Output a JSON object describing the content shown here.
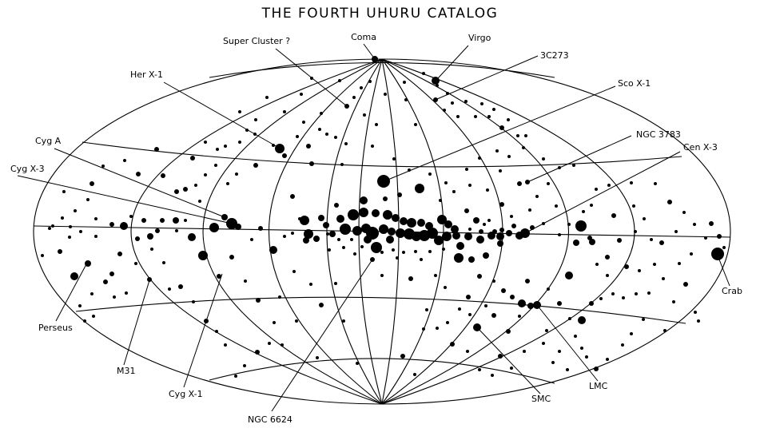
{
  "title": "THE FOURTH UHURU CATALOG",
  "labels": {
    "coma": "Coma",
    "virgo": "Virgo",
    "super_cluster": "Super Cluster ?",
    "3c273": "3C273",
    "her_x1": "Her X-1",
    "sco_x1": "Sco X-1",
    "ngc3783": "NGC 3783",
    "cyg_a": "Cyg A",
    "cen_x3": "Cen X-3",
    "cyg_x3": "Cyg X-3",
    "crab": "Crab",
    "perseus": "Perseus",
    "m31": "M31",
    "cyg_x1": "Cyg X-1",
    "ngc6624": "NGC 6624",
    "smc": "SMC",
    "lmc": "LMC"
  }
}
